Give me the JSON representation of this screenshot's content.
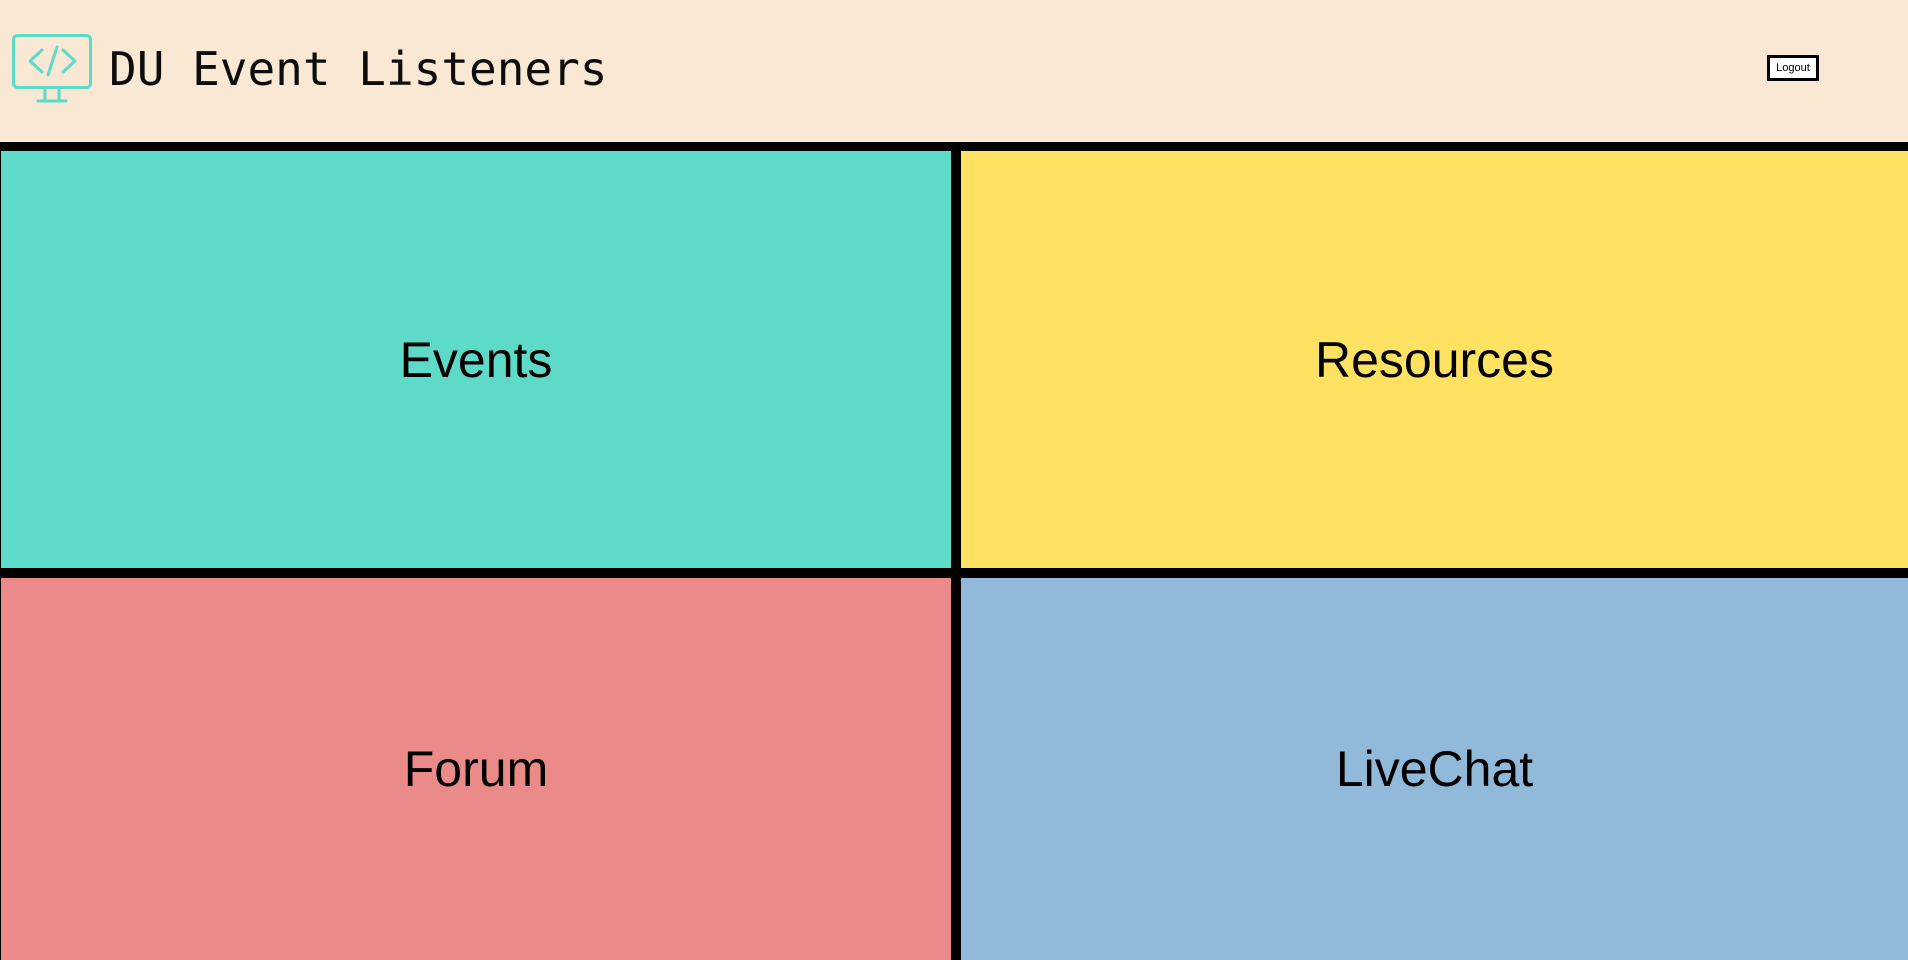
{
  "header": {
    "title": "DU Event Listeners",
    "logo_icon": "code-monitor-icon",
    "logout_label": "Logout"
  },
  "colors": {
    "header_bg": "#F8E8D4",
    "accent": "#5DDBC8",
    "divider": "#000000"
  },
  "tiles": [
    {
      "label": "Events",
      "color": "#5DDBC8"
    },
    {
      "label": "Resources",
      "color": "#FFE262"
    },
    {
      "label": "Forum",
      "color": "#EA8B89"
    },
    {
      "label": "LiveChat",
      "color": "#90B9DA"
    }
  ]
}
